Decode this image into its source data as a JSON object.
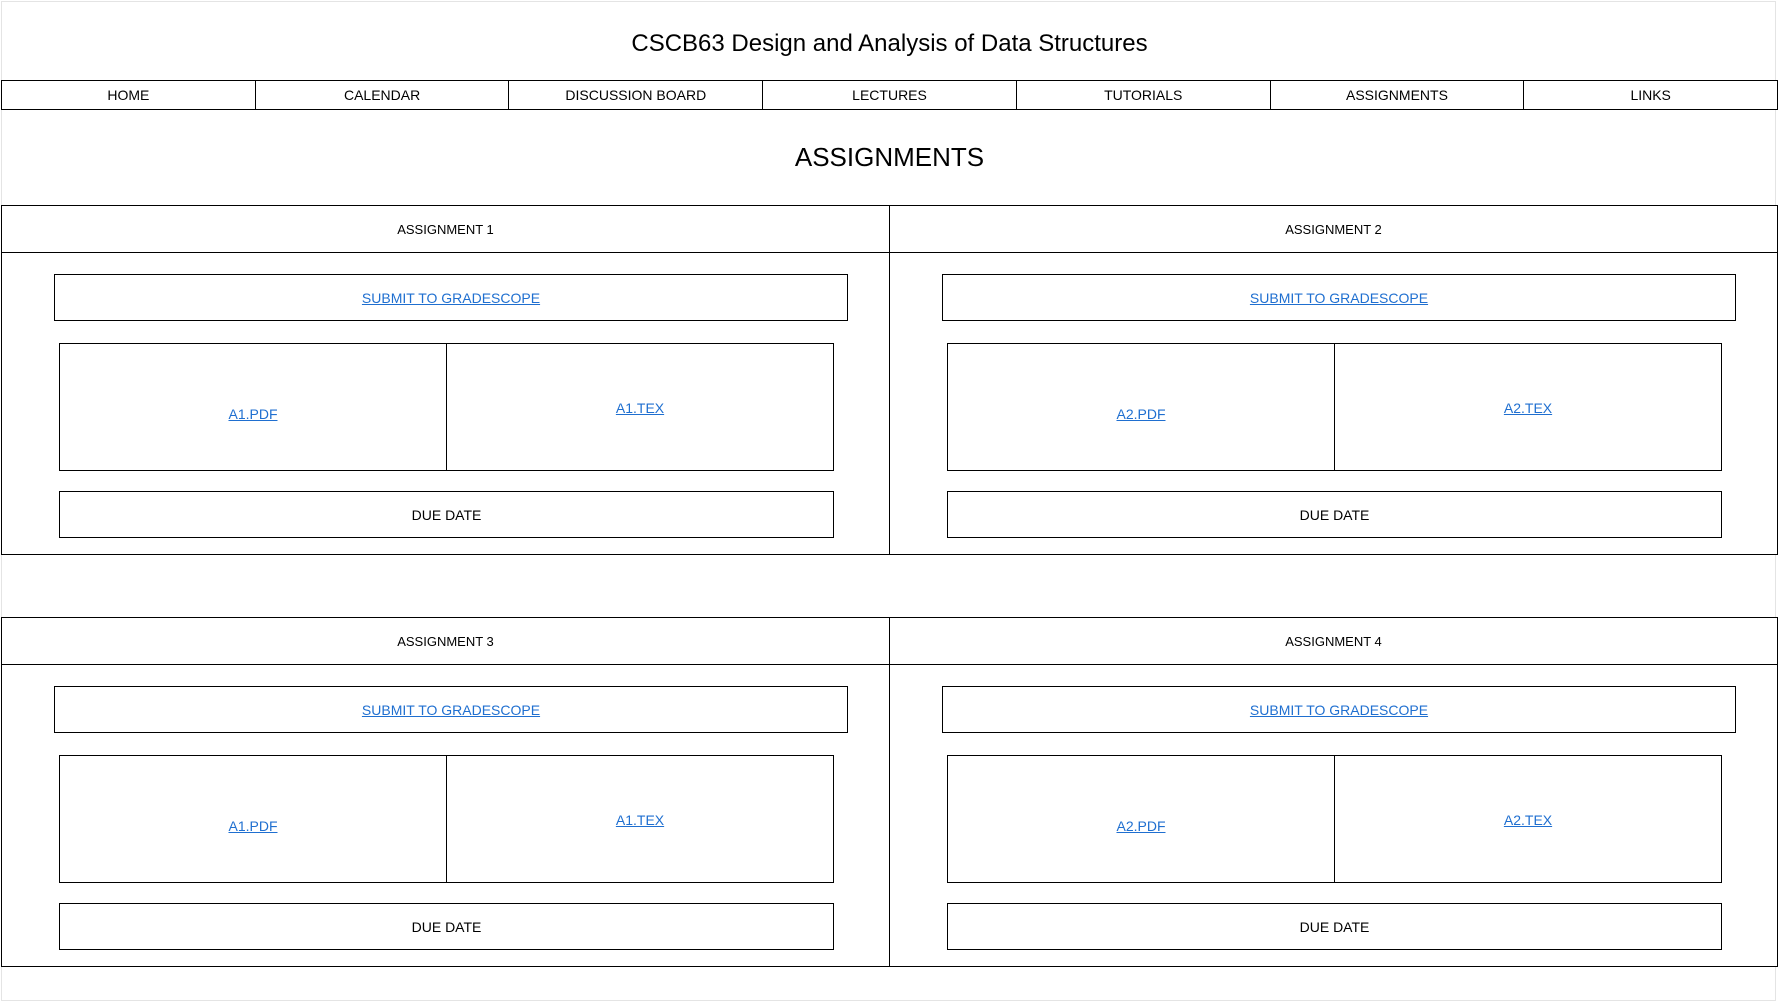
{
  "site": {
    "title": "CSCB63 Design and Analysis of Data Structures"
  },
  "nav": {
    "items": [
      {
        "label": "HOME"
      },
      {
        "label": "CALENDAR"
      },
      {
        "label": "DISCUSSION BOARD"
      },
      {
        "label": "LECTURES"
      },
      {
        "label": "TUTORIALS"
      },
      {
        "label": "ASSIGNMENTS"
      },
      {
        "label": "LINKS"
      }
    ]
  },
  "page": {
    "heading": "ASSIGNMENTS"
  },
  "colors": {
    "link": "#1f6fd0",
    "border": "#000000",
    "background": "#ffffff"
  },
  "assignments": [
    {
      "title": "ASSIGNMENT 1",
      "submit_label": "SUBMIT TO GRADESCOPE",
      "pdf_label": "A1.PDF",
      "tex_label": "A1.TEX",
      "due_label": "DUE DATE"
    },
    {
      "title": "ASSIGNMENT 2",
      "submit_label": "SUBMIT TO GRADESCOPE",
      "pdf_label": "A2.PDF",
      "tex_label": "A2.TEX",
      "due_label": "DUE DATE"
    },
    {
      "title": "ASSIGNMENT 3",
      "submit_label": "SUBMIT TO GRADESCOPE",
      "pdf_label": "A1.PDF",
      "tex_label": "A1.TEX",
      "due_label": "DUE DATE"
    },
    {
      "title": "ASSIGNMENT 4",
      "submit_label": "SUBMIT TO GRADESCOPE",
      "pdf_label": "A2.PDF",
      "tex_label": "A2.TEX",
      "due_label": "DUE DATE"
    }
  ]
}
